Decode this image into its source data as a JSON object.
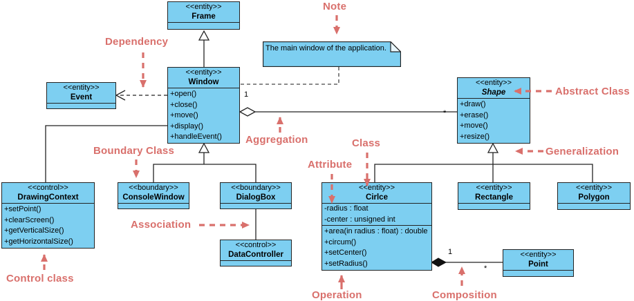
{
  "colors": {
    "class_fill": "#7dcff1",
    "class_border": "#222222",
    "connector_line": "#222222",
    "annotation_red": "#d9706c",
    "background": "#ffffff"
  },
  "note": {
    "text": "The main window of the application."
  },
  "classes": {
    "frame": {
      "stereotype": "<<entity>>",
      "name": "Frame"
    },
    "window": {
      "stereotype": "<<entity>>",
      "name": "Window",
      "operations": [
        "+open()",
        "+close()",
        "+move()",
        "+display()",
        "+handleEvent()"
      ]
    },
    "event": {
      "stereotype": "<<entity>>",
      "name": "Event"
    },
    "shape": {
      "stereotype": "<<entity>>",
      "name": "Shape",
      "operations": [
        "+draw()",
        "+erase()",
        "+move()",
        "+resize()"
      ]
    },
    "drawing_context": {
      "stereotype": "<<control>>",
      "name": "DrawingContext",
      "operations": [
        "+setPoint()",
        "+clearScreen()",
        "+getVerticalSize()",
        "+getHorizontalSize()"
      ]
    },
    "console_window": {
      "stereotype": "<<boundary>>",
      "name": "ConsoleWindow"
    },
    "dialog_box": {
      "stereotype": "<<boundary>>",
      "name": "DialogBox"
    },
    "data_controller": {
      "stereotype": "<<control>>",
      "name": "DataController"
    },
    "circle": {
      "stereotype": "<<entity>>",
      "name": "Cirlce",
      "attributes": [
        "-radius : float",
        "-center : unsigned int"
      ],
      "operations": [
        "+area(in radius : float) : double",
        "+circum()",
        "+setCenter()",
        "+setRadius()"
      ]
    },
    "rectangle": {
      "stereotype": "<<entity>>",
      "name": "Rectangle"
    },
    "polygon": {
      "stereotype": "<<entity>>",
      "name": "Polygon"
    },
    "point": {
      "stereotype": "<<entity>>",
      "name": "Point"
    }
  },
  "annotations": {
    "note_label": "Note",
    "dependency": "Dependency",
    "abstract_class": "Abstract Class",
    "aggregation": "Aggregation",
    "boundary_class": "Boundary Class",
    "class_label": "Class",
    "attribute": "Attribute",
    "generalization": "Generalization",
    "association": "Association",
    "control_class": "Control class",
    "operation": "Operation",
    "composition": "Composition"
  },
  "multiplicities": {
    "window_shape_source": "1",
    "window_shape_target": "*",
    "circle_point_source": "1",
    "circle_point_target": "*"
  }
}
